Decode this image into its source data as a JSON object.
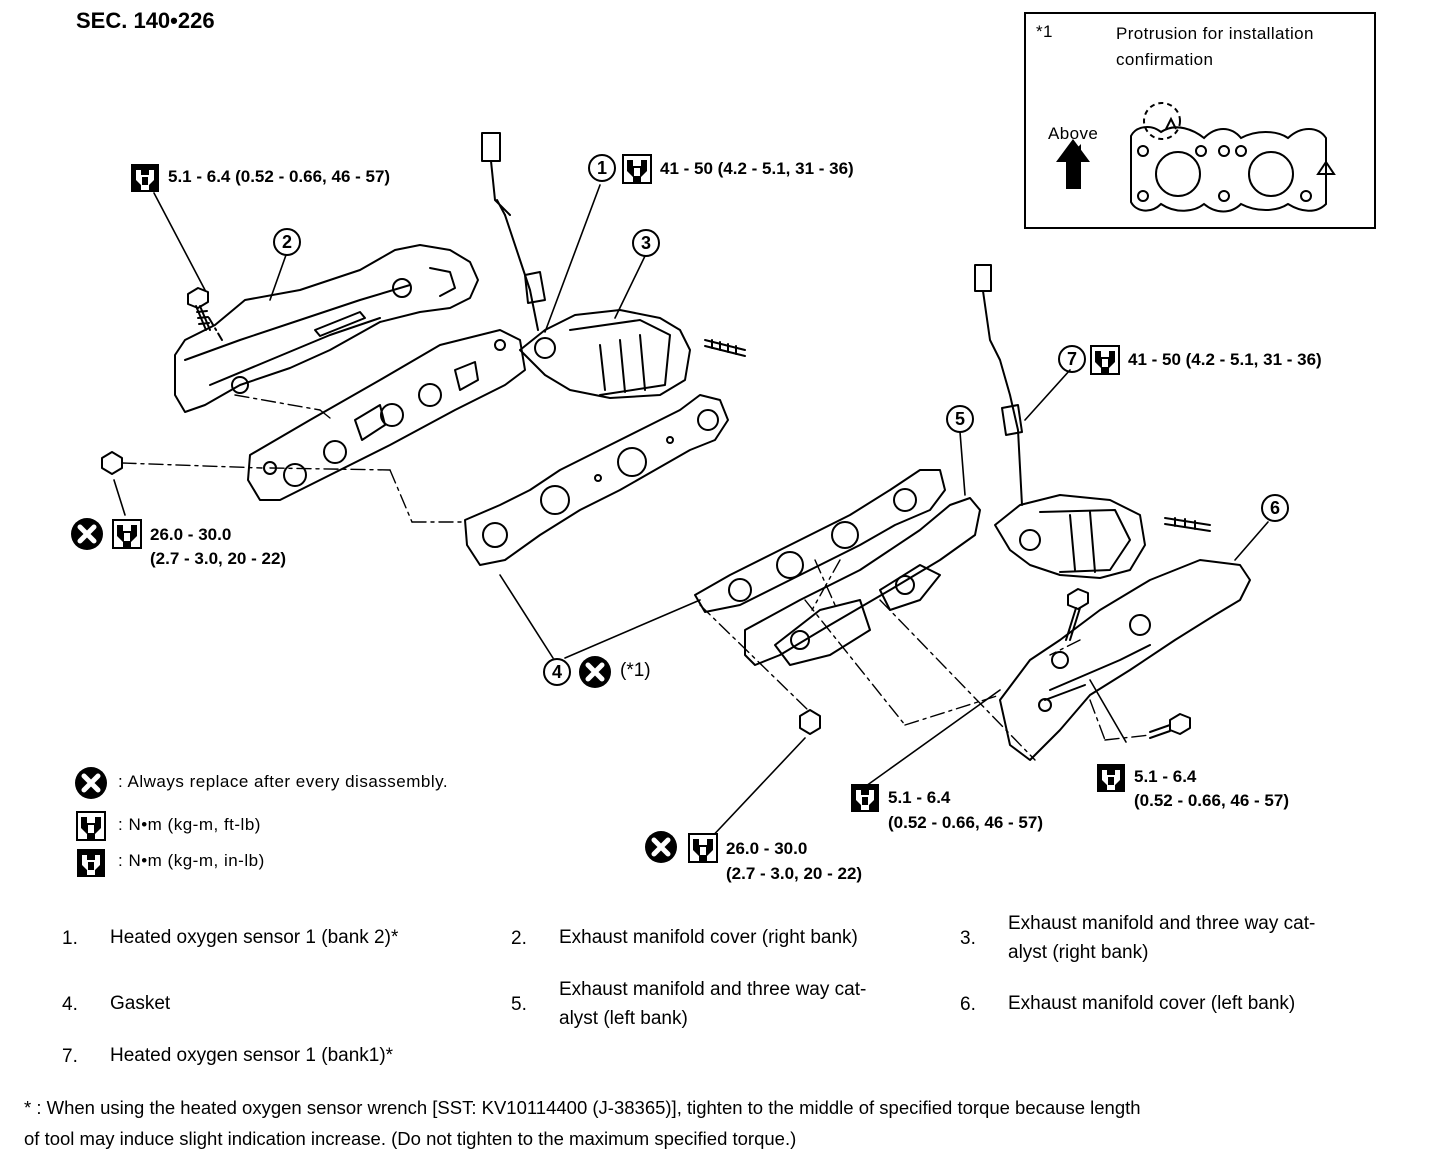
{
  "section_code": "SEC. 140•226",
  "inset": {
    "ref": "*1",
    "caption_line1": "Protrusion for installation",
    "caption_line2": "confirmation",
    "direction_label": "Above"
  },
  "torques": {
    "cover_right_bolt": "5.1 - 6.4 (0.52 - 0.66, 46 - 57)",
    "sensor_bank2": "41 - 50 (4.2 - 5.1, 31 - 36)",
    "sensor_bank1": "41 - 50 (4.2 - 5.1, 31 - 36)",
    "nut_right_line1": "26.0 - 30.0",
    "nut_right_line2": "(2.7 - 3.0, 20 - 22)",
    "nut_left_line1": "26.0 - 30.0",
    "nut_left_line2": "(2.7 - 3.0, 20 - 22)",
    "cover_left_a_line1": "5.1 - 6.4",
    "cover_left_a_line2": "(0.52 - 0.66, 46 - 57)",
    "cover_left_b_line1": "5.1 - 6.4",
    "cover_left_b_line2": "(0.52 - 0.66, 46 - 57)"
  },
  "callouts": [
    "1",
    "2",
    "3",
    "4",
    "5",
    "6",
    "7"
  ],
  "gasket_note": "(*1)",
  "legend": {
    "replace": ": Always replace after every disassembly.",
    "nm_ftlb": ":  N•m  (kg-m,  ft-lb)",
    "nm_inlb": ":  N•m  (kg-m,  in-lb)"
  },
  "parts": [
    {
      "num": "1.",
      "name": "Heated oxygen sensor 1 (bank 2)*"
    },
    {
      "num": "2.",
      "name": "Exhaust manifold cover (right bank)"
    },
    {
      "num": "3.",
      "name": "Exhaust manifold and three way cat-",
      "name2": "alyst (right bank)"
    },
    {
      "num": "4.",
      "name": "Gasket"
    },
    {
      "num": "5.",
      "name": "Exhaust manifold and three way cat-",
      "name2": "alyst (left bank)"
    },
    {
      "num": "6.",
      "name": "Exhaust manifold cover (left bank)"
    },
    {
      "num": "7.",
      "name": "Heated oxygen sensor 1 (bank1)*"
    }
  ],
  "footnote_line1": "* : When using the heated oxygen sensor wrench [SST: KV10114400 (J-38365)], tighten to the middle of specified torque because length",
  "footnote_line2": "of tool may induce slight indication increase. (Do not tighten to the maximum specified torque.)"
}
